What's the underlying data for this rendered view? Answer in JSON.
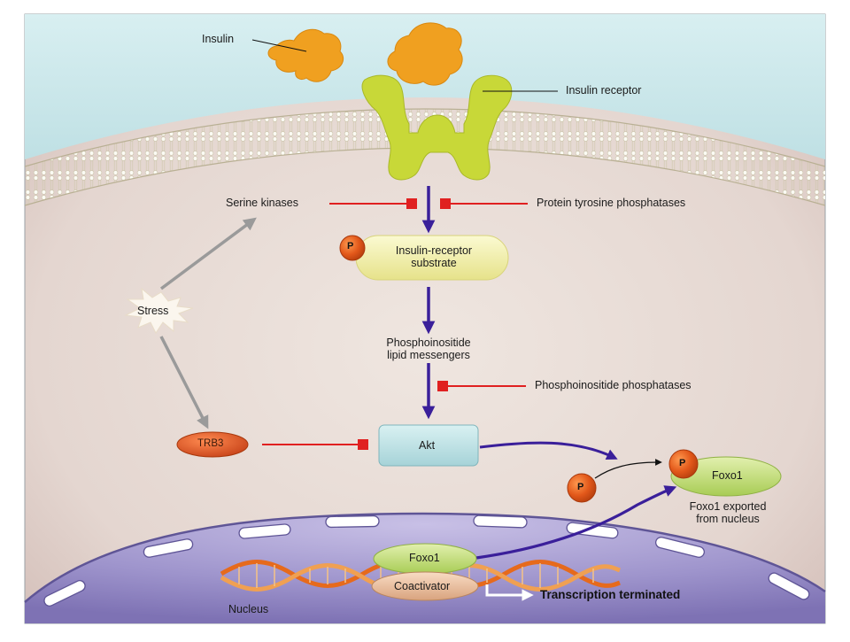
{
  "labels": {
    "insulin": "Insulin",
    "insulin_receptor": "Insulin receptor",
    "serine_kinases": "Serine kinases",
    "protein_tyrosine_phosphatases": "Protein tyrosine phosphatases",
    "irs_line1": "Insulin-receptor",
    "irs_line2": "substrate",
    "phospho_p": "P",
    "stress": "Stress",
    "pi_line1": "Phosphoinositide",
    "pi_line2": "lipid messengers",
    "pi_phosphatases": "Phosphoinositide phosphatases",
    "trb3": "TRB3",
    "akt": "Akt",
    "foxo1": "Foxo1",
    "foxo1_exported_line1": "Foxo1 exported",
    "foxo1_exported_line2": "from nucleus",
    "foxo1_nuclear": "Foxo1",
    "coactivator": "Coactivator",
    "transcription_terminated": "Transcription terminated",
    "nucleus": "Nucleus"
  },
  "colors": {
    "activation_arrow": "#3a1f9a",
    "inhibition": "#e02020",
    "stress_arrow": "#9a9a9a",
    "insulin": "#f0a020",
    "receptor": "#c8d838",
    "phospho": "#e05a1a",
    "irs_fill": "#f2f0a8",
    "akt_fill": "#bfe3e6",
    "foxo1_fill": "#c6e07a",
    "coactivator_fill": "#f0c8a8",
    "nucleus": "#8a80c0",
    "cytoplasm": "#e8dcd6",
    "extracellular": "#cfe9ec"
  },
  "edges": [
    {
      "from": "insulin_receptor",
      "to": "insulin_receptor_substrate",
      "type": "activation"
    },
    {
      "from": "serine_kinases",
      "to": "insulin_receptor_signal",
      "type": "inhibition"
    },
    {
      "from": "protein_tyrosine_phosphatases",
      "to": "insulin_receptor_signal",
      "type": "inhibition"
    },
    {
      "from": "insulin_receptor_substrate",
      "to": "phosphoinositide_lipid_messengers",
      "type": "activation"
    },
    {
      "from": "phosphoinositide_lipid_messengers",
      "to": "akt",
      "type": "activation"
    },
    {
      "from": "phosphoinositide_phosphatases",
      "to": "phosphoinositide_to_akt",
      "type": "inhibition"
    },
    {
      "from": "stress",
      "to": "serine_kinases",
      "type": "activation"
    },
    {
      "from": "stress",
      "to": "trb3",
      "type": "activation"
    },
    {
      "from": "trb3",
      "to": "akt",
      "type": "inhibition"
    },
    {
      "from": "akt",
      "to": "foxo1_phosphorylation",
      "type": "activation"
    },
    {
      "from": "foxo1_nuclear",
      "to": "foxo1_exported",
      "type": "export"
    },
    {
      "from": "foxo1_coactivator",
      "to": "transcription_terminated",
      "type": "result"
    }
  ]
}
